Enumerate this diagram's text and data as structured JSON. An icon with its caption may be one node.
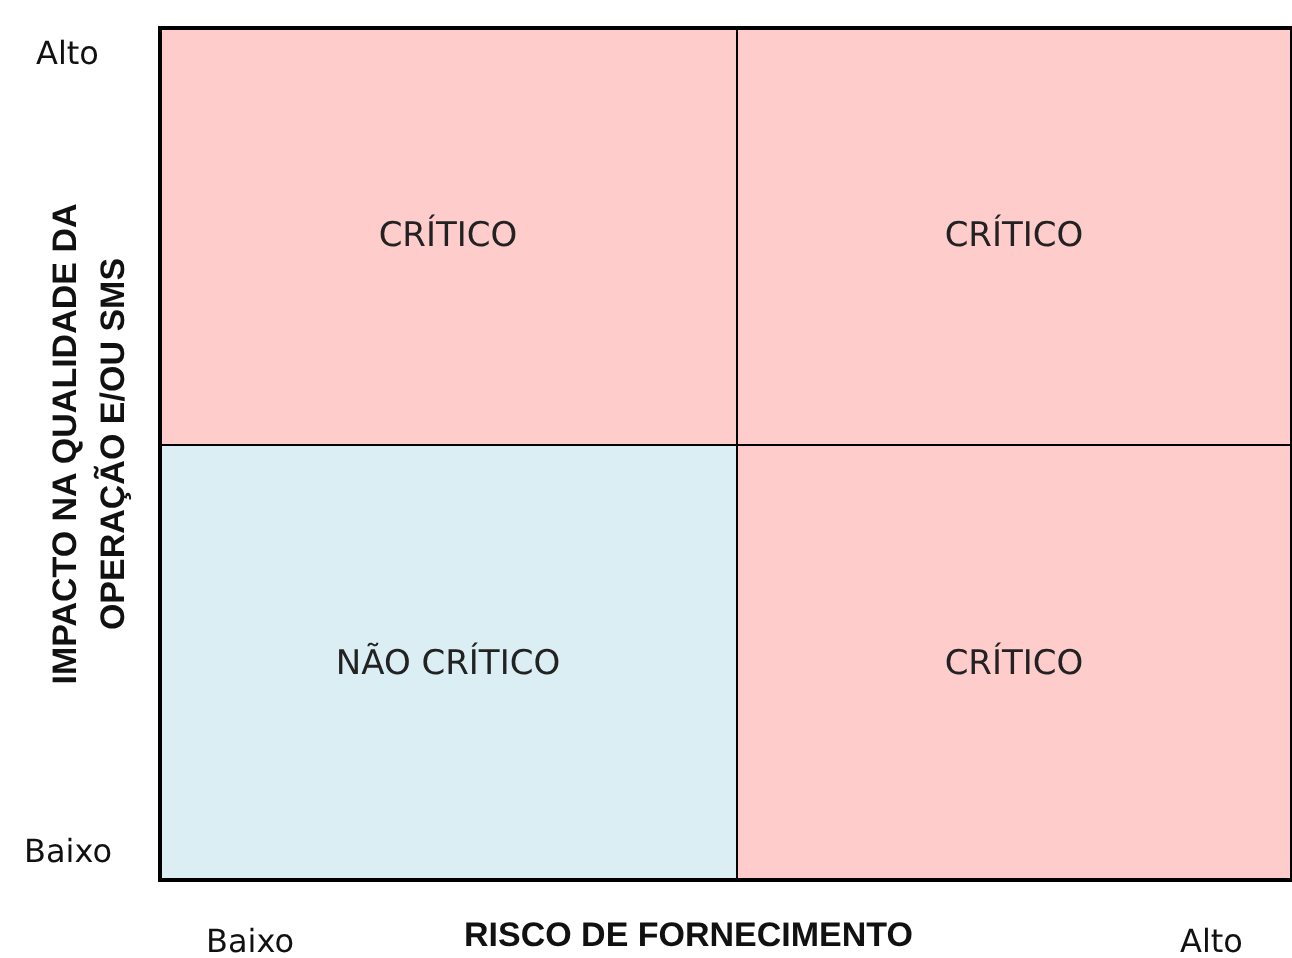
{
  "diagram": {
    "nodes": [
      {
        "text": [
          "CRÍTICO"
        ]
      },
      {
        "text": [
          "CRÍTICO"
        ]
      },
      {
        "text": [
          "NÃO CRÍTICO"
        ]
      },
      {
        "text": [
          "CRÍTICO"
        ]
      }
    ],
    "labels": [
      "Alto",
      "IMPACTO NA QUALIDADE DA OPERAÇÃO E/OU SMS",
      "Baixo",
      "Baixo",
      "RISCO DE FORNECIMENTO",
      "Alto"
    ]
  }
}
